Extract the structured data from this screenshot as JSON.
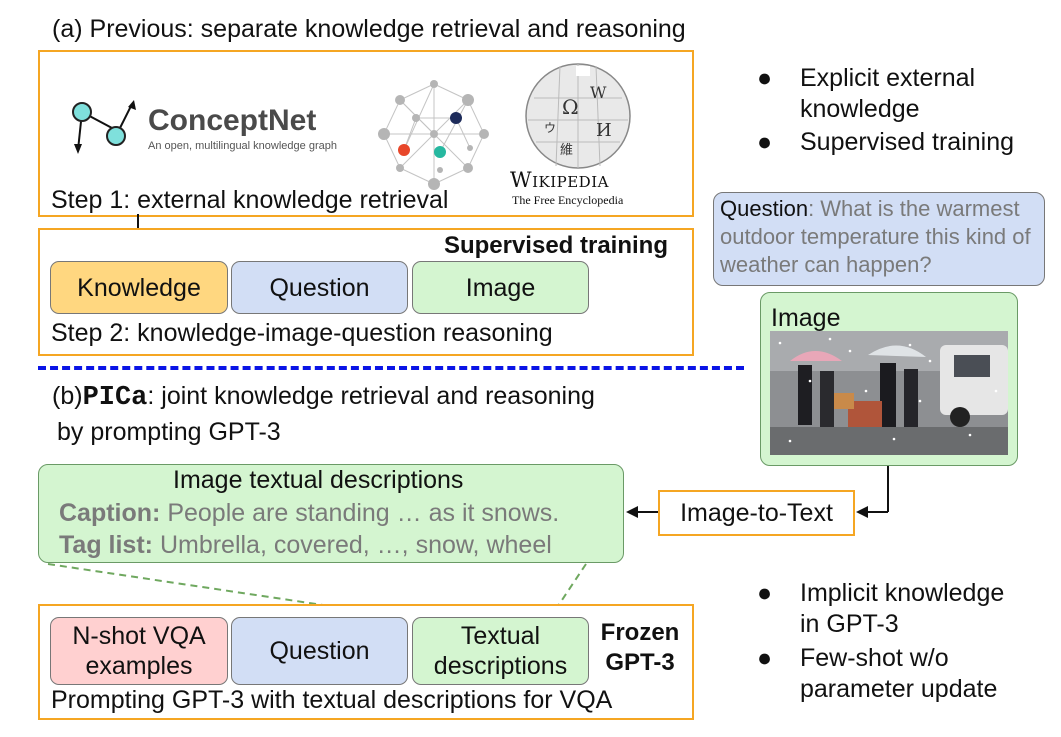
{
  "section_a": {
    "prefix": "(a)",
    "title": "Previous: separate knowledge retrieval and reasoning",
    "step1": "Step 1: external knowledge retrieval",
    "conceptnet": {
      "name": "ConceptNet",
      "tagline": "An open, multilingual knowledge graph"
    },
    "wikipedia": {
      "name": "Wikipedia",
      "tagline": "The Free Encyclopedia",
      "globe_glyphs": [
        "Ω",
        "W",
        "И",
        "維",
        "ウ"
      ]
    },
    "supervised": "Supervised training",
    "pills": [
      "Knowledge",
      "Question",
      "Image"
    ],
    "step2": "Step 2: knowledge-image-question reasoning"
  },
  "right_top": {
    "bullets": [
      "Explicit external knowledge",
      "Supervised training"
    ],
    "question_label": "Question",
    "question_text": ": What is the warmest outdoor temperature this kind of weather can happen?",
    "image_label": "Image"
  },
  "section_b": {
    "prefix": "(b)",
    "name": "PICa",
    "title_line1": ": joint knowledge retrieval and reasoning",
    "title_line2": "by prompting GPT-3",
    "desc_title": "Image textual descriptions",
    "caption_label": "Caption:",
    "caption_text": "People are standing … as it snows.",
    "tag_label": "Tag list:",
    "tag_text": "Umbrella, covered, …, snow, wheel",
    "image_to_text": "Image-to-Text",
    "pills": [
      "N-shot VQA examples",
      "Question",
      "Textual descriptions"
    ],
    "frozen": "Frozen GPT-3",
    "prompting": "Prompting GPT-3 with textual descriptions for VQA"
  },
  "right_bottom": {
    "bullets": [
      "Implicit knowledge in GPT-3",
      "Few-shot w/o parameter update"
    ]
  },
  "colors": {
    "orange_border": "#f5a623",
    "knowledge": "#ffd780",
    "question": "#d2def5",
    "image_green": "#d4f5d0",
    "nshot_red": "#ffd0d0",
    "divider_blue": "#0a14e6"
  }
}
